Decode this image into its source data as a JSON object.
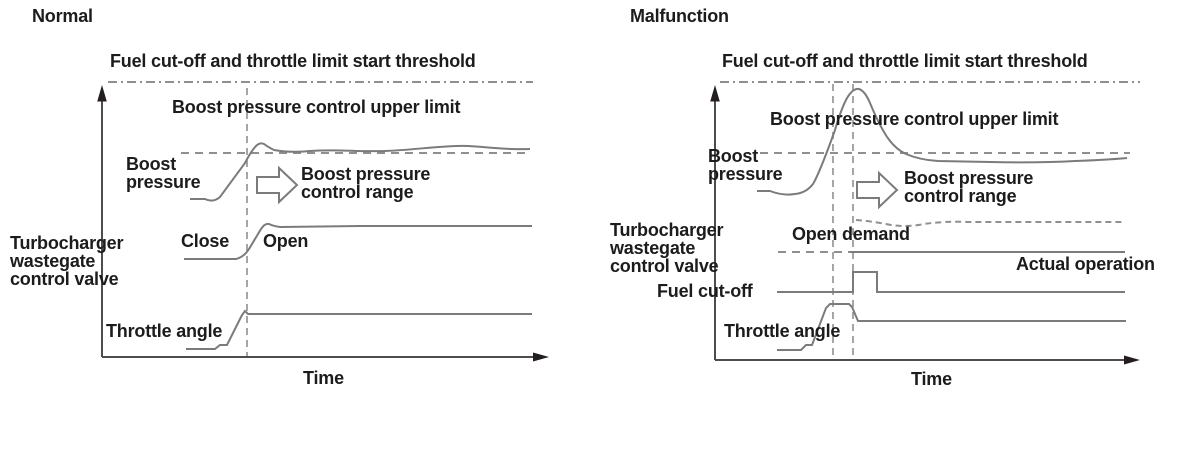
{
  "colors": {
    "background": "#ffffff",
    "trace_gray": "#7b7b7b",
    "guide_gray": "#8f8f8f",
    "axis_gray": "#4d4d4d",
    "text_black": "#1c1c1c"
  },
  "normal": {
    "title": "Normal",
    "threshold_label": "Fuel cut-off and throttle limit start threshold",
    "upper_limit_label": "Boost pressure control upper limit",
    "boost_label_line1": "Boost",
    "boost_label_line2": "pressure",
    "range_label_line1": "Boost pressure",
    "range_label_line2": "control range",
    "close_label": "Close",
    "open_label": "Open",
    "valve_label_line1": "Turbocharger",
    "valve_label_line2": "wastegate",
    "valve_label_line3": "control valve",
    "throttle_label": "Throttle angle",
    "time_label": "Time",
    "traces": [
      "boost-pressure",
      "wastegate-valve-position",
      "throttle-angle"
    ]
  },
  "malfunction": {
    "title": "Malfunction",
    "threshold_label": "Fuel cut-off and throttle limit start threshold",
    "upper_limit_label": "Boost pressure control upper limit",
    "boost_label_line1": "Boost",
    "boost_label_line2": "pressure",
    "range_label_line1": "Boost pressure",
    "range_label_line2": "control range",
    "open_demand_label": "Open demand",
    "actual_operation_label": "Actual operation",
    "valve_label_line1": "Turbocharger",
    "valve_label_line2": "wastegate",
    "valve_label_line3": "control valve",
    "fuel_cutoff_label": "Fuel cut-off",
    "throttle_label": "Throttle angle",
    "time_label": "Time",
    "traces": [
      "boost-pressure",
      "wastegate-open-demand",
      "wastegate-actual-operation",
      "fuel-cut-off",
      "throttle-angle"
    ]
  }
}
